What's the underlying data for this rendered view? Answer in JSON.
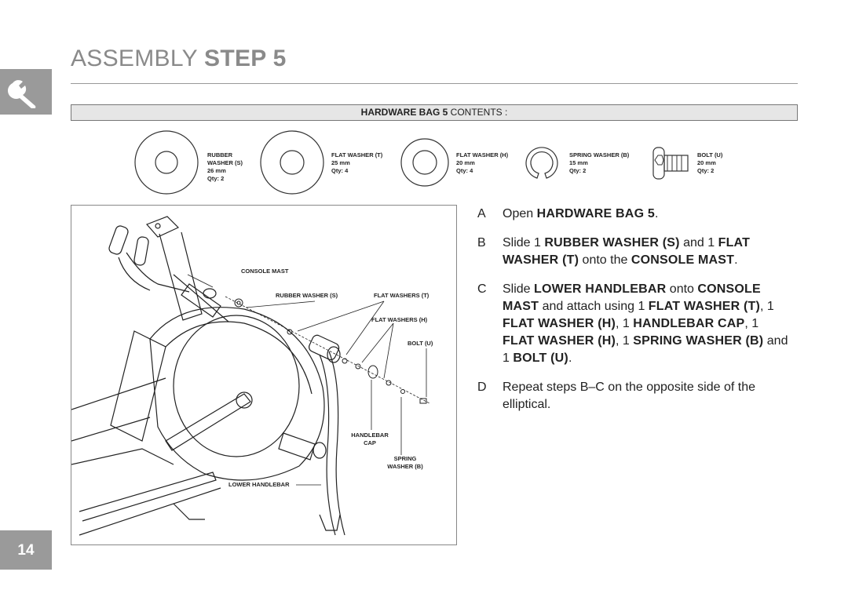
{
  "page": {
    "number": "14"
  },
  "header": {
    "title_light": "ASSEMBLY",
    "title_bold": "STEP 5"
  },
  "bag": {
    "label_bold": "HARDWARE BAG 5",
    "label_rest": "CONTENTS :"
  },
  "hardware": [
    {
      "name": "RUBBER",
      "name2": "WASHER (S)",
      "size": "26 mm",
      "qty": "Qty: 2"
    },
    {
      "name": "FLAT WASHER (T)",
      "size": "25 mm",
      "qty": "Qty: 4"
    },
    {
      "name": "FLAT WASHER (H)",
      "size": "20 mm",
      "qty": "Qty: 4"
    },
    {
      "name": "SPRING WASHER (B)",
      "size": "15 mm",
      "qty": "Qty: 2"
    },
    {
      "name": "BOLT (U)",
      "size": "20 mm",
      "qty": "Qty: 2"
    }
  ],
  "callouts": {
    "console_mast": "CONSOLE MAST",
    "rubber_washer": "RUBBER WASHER (S)",
    "flat_washers_t": "FLAT WASHERS (T)",
    "flat_washers_h": "FLAT WASHERS (H)",
    "bolt": "BOLT (U)",
    "handlebar_cap_1": "HANDLEBAR",
    "handlebar_cap_2": "CAP",
    "spring_1": "SPRING",
    "spring_2": "WASHER (B)",
    "lower_handlebar": "LOWER HANDLEBAR"
  },
  "steps": {
    "a": {
      "letter": "A",
      "t1": "Open ",
      "b1": "HARDWARE BAG 5",
      "t2": "."
    },
    "b": {
      "letter": "B",
      "t1": "Slide 1 ",
      "b1": "RUBBER WASHER (S)",
      "t2": " and 1 ",
      "b2": "FLAT WASHER (T)",
      "t3": " onto the ",
      "b3": "CONSOLE MAST",
      "t4": "."
    },
    "c": {
      "letter": "C",
      "t1": "Slide ",
      "b1": "LOWER HANDLEBAR",
      "t2": " onto ",
      "b2": "CONSOLE MAST",
      "t3": " and attach using 1 ",
      "b3": "FLAT WASHER (T)",
      "t4": ", 1 ",
      "b4": "FLAT WASHER (H)",
      "t5": ", 1 ",
      "b5": "HANDLEBAR CAP",
      "t6": ", 1 ",
      "b6": "FLAT WASHER (H)",
      "t7": ", 1 ",
      "b7": "SPRING WASHER (B)",
      "t8": " and 1 ",
      "b8": "BOLT (U)",
      "t9": "."
    },
    "d": {
      "letter": "D",
      "t1": "Repeat steps B–C on the opposite side of the elliptical."
    }
  },
  "colors": {
    "tab_gray": "#9a9a9a",
    "title_gray": "#8a8a8a",
    "bar_fill": "#e6e6e6"
  }
}
